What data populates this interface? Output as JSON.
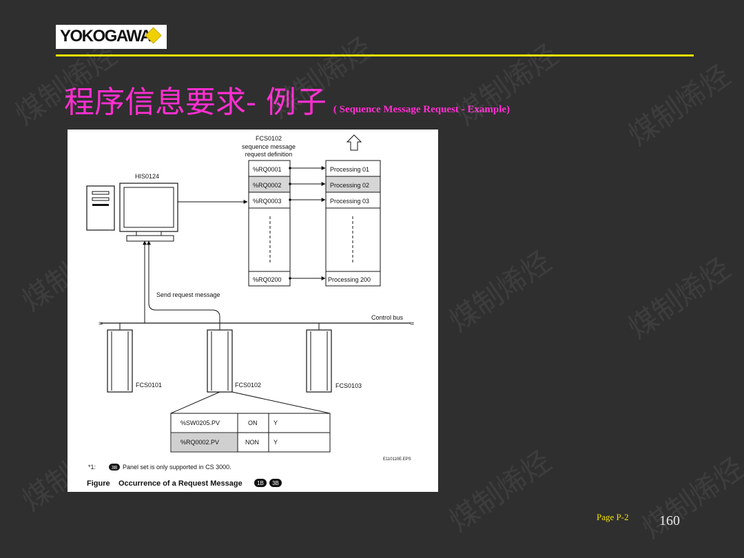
{
  "logo": {
    "text": "YOKOGAWA"
  },
  "title": {
    "cn": "程序信息要求- 例子",
    "en": "( Sequence Message Request -  Example)"
  },
  "figure": {
    "fcs_top_label": "FCS0102",
    "def_label_1": "sequence message",
    "def_label_2": "request definition",
    "his_label": "HIS0124",
    "requests": [
      "%RQ0001",
      "%RQ0002",
      "%RQ0003",
      "%RQ0200"
    ],
    "processes": [
      "Processing 01",
      "Processing 02",
      "Processing 03",
      "Processing 200"
    ],
    "send_label": "Send request message",
    "bus_label": "Control bus",
    "fcs": [
      "FCS0101",
      "FCS0102",
      "FCS0103"
    ],
    "table": [
      [
        "%SW0205.PV",
        "ON",
        "Y"
      ],
      [
        "%RQ0002.PV",
        "NON",
        "Y"
      ]
    ],
    "file_code": "E110110E.EPS",
    "footnote_mark": "*1:",
    "footnote_badge": "3B",
    "footnote_text": "Panel set is only supported in CS 3000.",
    "caption_label": "Figure",
    "caption_text": "Occurrence of a Request Message",
    "caption_badges": [
      "1B",
      "3B"
    ]
  },
  "watermark": "煤制烯烃",
  "footer": {
    "page_label": "Page P-2",
    "page_number": "160"
  }
}
